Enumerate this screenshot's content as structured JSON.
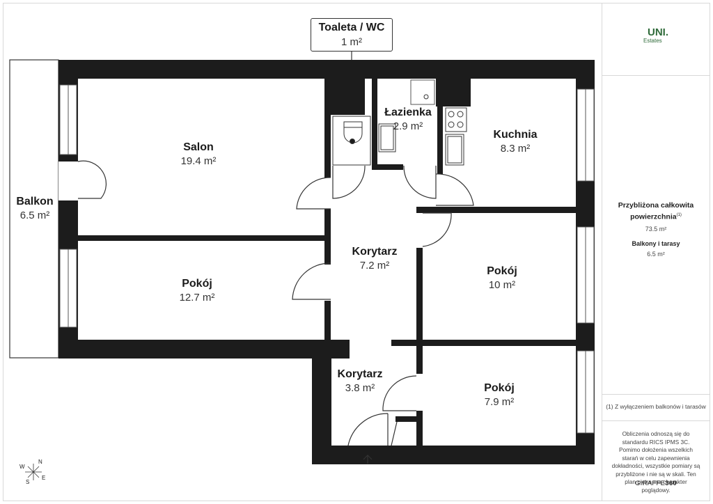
{
  "rooms": {
    "salon": {
      "name": "Salon",
      "area": "19.4 m²"
    },
    "balkon": {
      "name": "Balkon",
      "area": "6.5 m²"
    },
    "pokoj_left": {
      "name": "Pokój",
      "area": "12.7 m²"
    },
    "lazienka": {
      "name": "Łazienka",
      "area": "2.9 m²"
    },
    "kuchnia": {
      "name": "Kuchnia",
      "area": "8.3 m²"
    },
    "korytarz_main": {
      "name": "Korytarz",
      "area": "7.2 m²"
    },
    "pokoj_right": {
      "name": "Pokój",
      "area": "10 m²"
    },
    "korytarz_small": {
      "name": "Korytarz",
      "area": "3.8 m²"
    },
    "pokoj_small": {
      "name": "Pokój",
      "area": "7.9 m²"
    }
  },
  "wc_callout": {
    "name": "Toaleta / WC",
    "area": "1 m²"
  },
  "sidebar": {
    "logo_mark": "UNI.",
    "logo_sub": "Estates",
    "total_title_line1": "Przybliżona całkowita",
    "total_title_line2": "powierzchnia",
    "total_superscript": "(1)",
    "total_value": "73.5 m²",
    "balconies_title": "Balkony i tarasy",
    "balconies_value": "6.5 m²",
    "footnote": "(1) Z wyłączeniem balkonów i tarasów",
    "disclaimer": "Obliczenia odnoszą się do standardu RICS IPMS 3C. Pomimo dołożenia wszelkich starań w celu zapewnienia dokładności, wszystkie pomiary są przybliżone i nie są w skali. Ten plan piętra ma charakter poglądowy.",
    "brand_a": "GIRAFFE",
    "brand_b": "360"
  },
  "compass": {
    "n": "N",
    "e": "E",
    "s": "S",
    "w": "W"
  },
  "colors": {
    "wall": "#1c1c1c",
    "logo": "#2f6b3a",
    "border": "#d8d8d8"
  }
}
